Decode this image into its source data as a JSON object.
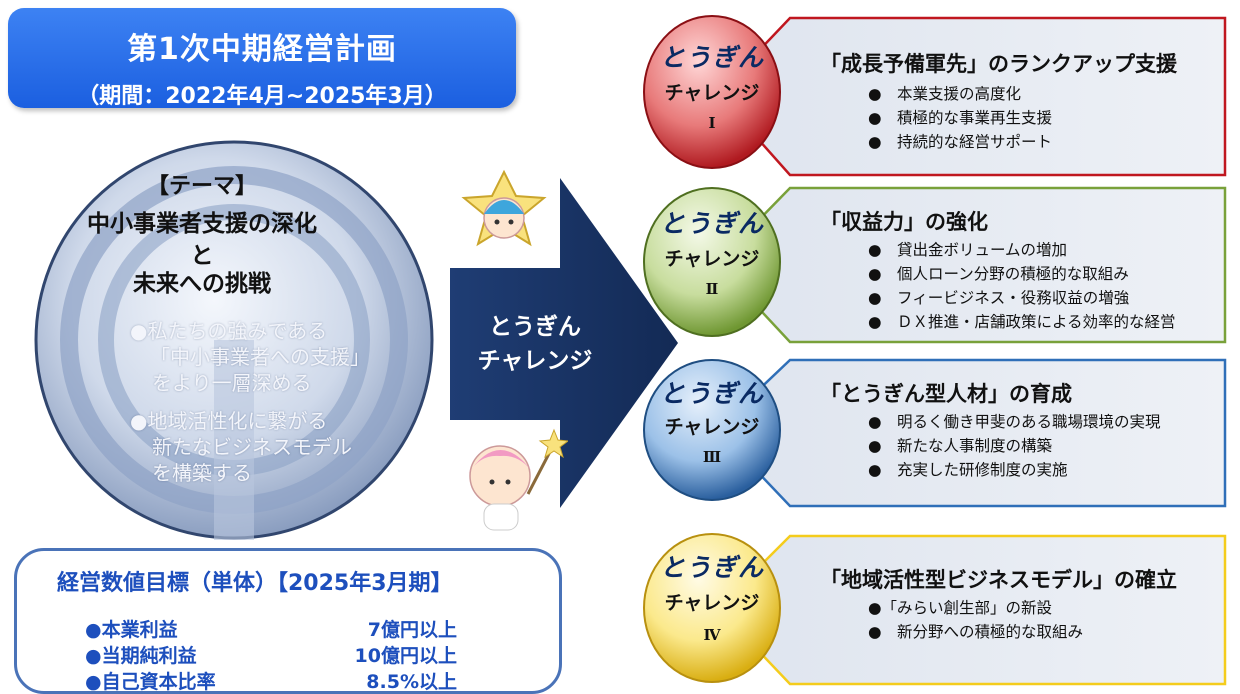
{
  "plan": {
    "title": "第1次中期経営計画",
    "period": "（期間：2022年4月~2025年3月）"
  },
  "theme": {
    "label": "【テーマ】",
    "line1": "中小事業者支援の深化",
    "line2": "と",
    "line3": "未来への挑戦",
    "bullets": [
      "●私たちの強みである",
      "「中小事業者への支援」",
      "をより一層深める",
      "●地域活性化に繋がる",
      "新たなビジネスモデル",
      "を構築する"
    ]
  },
  "arrow": {
    "line1": "とうぎん",
    "line2": "チャレンジ"
  },
  "targets": {
    "title": "経営数値目標（単体）【2025年3月期】",
    "rows": [
      {
        "label": "●本業利益",
        "value": "7億円以上"
      },
      {
        "label": "●当期純利益",
        "value": "10億円以上"
      },
      {
        "label": "●自己資本比率",
        "value": "8.5%以上"
      }
    ]
  },
  "challenges": [
    {
      "brand": "とうぎん",
      "word": "チャレンジ",
      "numeral": "Ⅰ",
      "title": "「成長予備軍先」のランクアップ支援",
      "items": [
        "●　本業支援の高度化",
        "●　積極的な事業再生支援",
        "●　持続的な経営サポート"
      ],
      "color": "#c0171f"
    },
    {
      "brand": "とうぎん",
      "word": "チャレンジ",
      "numeral": "Ⅱ",
      "title": "「収益力」の強化",
      "items": [
        "●　貸出金ボリュームの増加",
        "●　個人ローン分野の積極的な取組み",
        "●　フィービジネス・役務収益の増強",
        "●　ＤＸ推進・店舗政策による効率的な経営"
      ],
      "color": "#79a13a"
    },
    {
      "brand": "とうぎん",
      "word": "チャレンジ",
      "numeral": "Ⅲ",
      "title": "「とうぎん型人材」の育成",
      "items": [
        "●　明るく働き甲斐のある職場環境の実現",
        "●　新たな人事制度の構築",
        "●　充実した研修制度の実施"
      ],
      "color": "#2f6fb8"
    },
    {
      "brand": "とうぎん",
      "word": "チャレンジ",
      "numeral": "Ⅳ",
      "title": "「地域活性型ビジネスモデル」の確立",
      "items": [
        "●「みらい創生部」の新設",
        "●　新分野への積極的な取組み"
      ],
      "color": "#f4cc1c"
    }
  ]
}
